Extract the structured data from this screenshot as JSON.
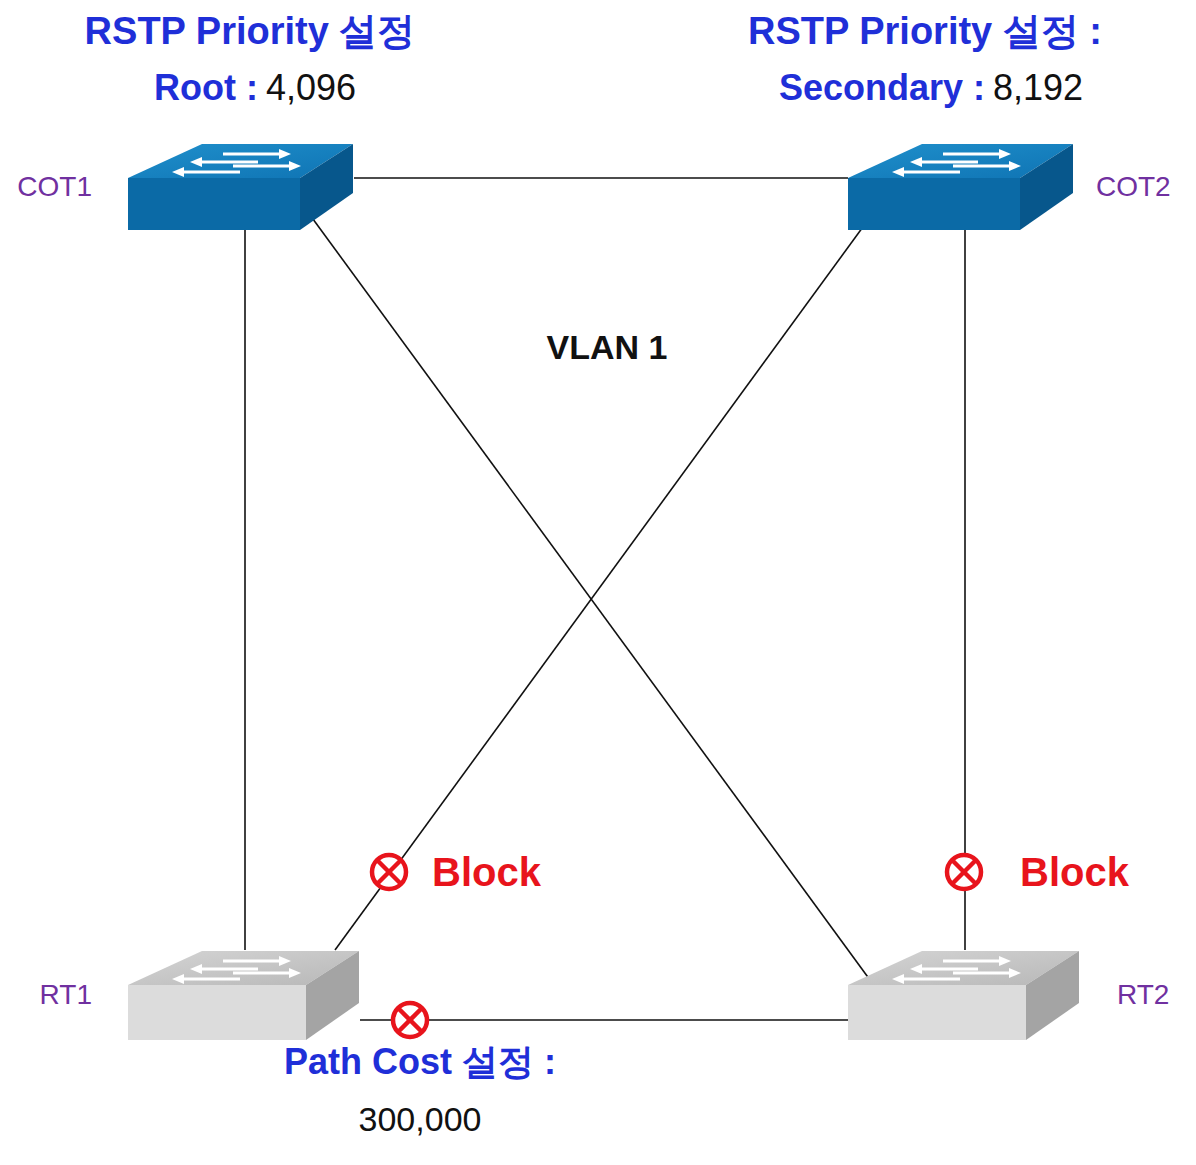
{
  "diagram": {
    "nodes": [
      {
        "text": [
          "COT1"
        ]
      },
      {
        "text": [
          "COT2"
        ]
      },
      {
        "text": [
          "RT1"
        ]
      },
      {
        "text": [
          "RT2"
        ]
      }
    ],
    "edges": [
      {
        "from": 0,
        "to": 1,
        "arrow": "none"
      },
      {
        "from": 0,
        "to": 2,
        "arrow": "none"
      },
      {
        "from": 0,
        "to": 3,
        "arrow": "none"
      },
      {
        "from": 1,
        "to": 2,
        "arrow": "none"
      },
      {
        "from": 1,
        "to": 3,
        "arrow": "none"
      },
      {
        "from": 2,
        "to": 3,
        "arrow": "none"
      }
    ],
    "labels": [
      "RSTP Priority 설정",
      "Root :",
      "4,096",
      "RSTP Priority 설정 :",
      "Secondary :",
      "8,192",
      "VLAN 1",
      "Block",
      "Block",
      "Path Cost 설정 :",
      "300,000"
    ]
  }
}
